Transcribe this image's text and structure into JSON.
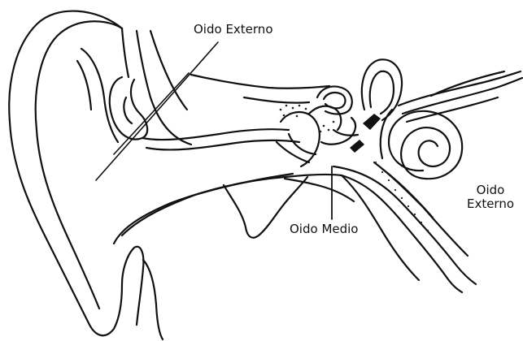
{
  "labels": {
    "top": "Oido Externo",
    "middle": "Oido Medio",
    "right_line1": "Oido",
    "right_line2": "Externo"
  }
}
